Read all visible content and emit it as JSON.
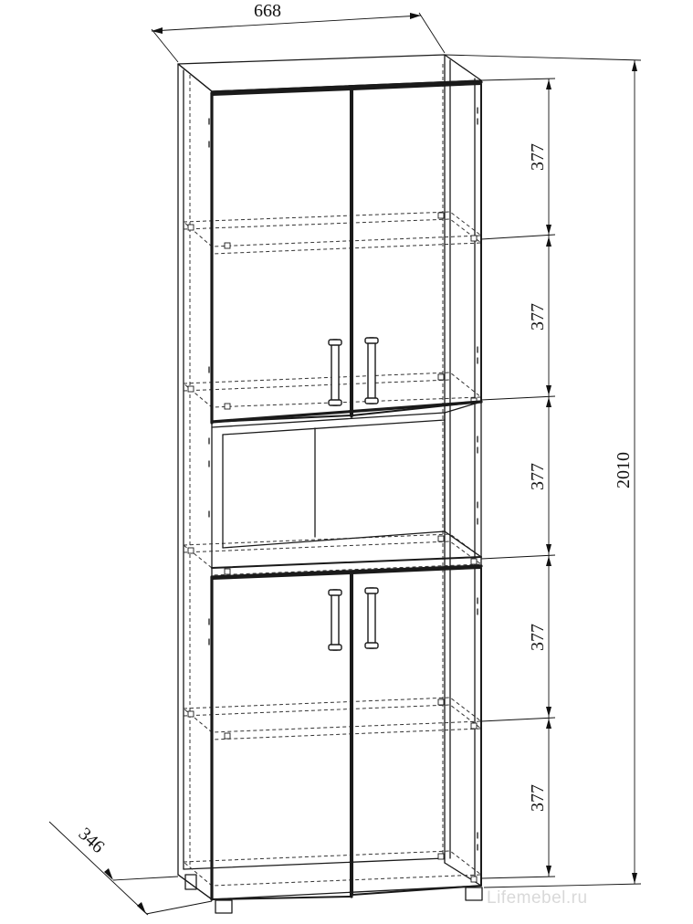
{
  "dimensions": {
    "width": "668",
    "depth": "346",
    "height": "2010",
    "sections": [
      "377",
      "377",
      "377",
      "377",
      "377"
    ]
  },
  "watermark": "Lifemebel.ru"
}
